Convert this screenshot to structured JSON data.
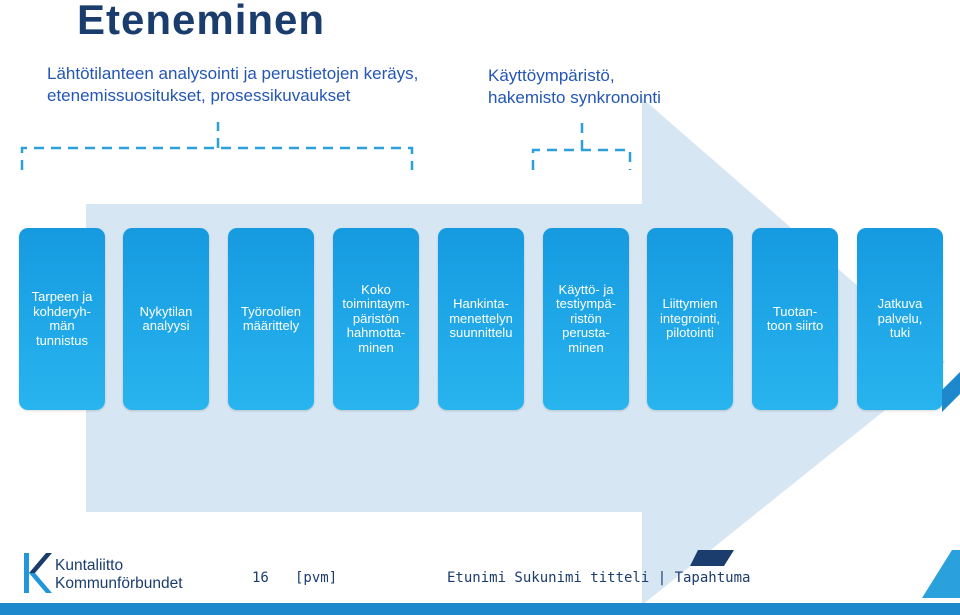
{
  "title": "Eteneminen",
  "captions": {
    "left_line1": "Lähtötilanteen analysointi ja perustietojen keräys,",
    "left_line2": "etenemissuositukset, prosessikuvaukset",
    "right_line1": "Käyttöympäristö,",
    "right_line2": "hakemisto synkronointi"
  },
  "steps": [
    "Tarpeen ja\nkohderyh-\nmän\ntunnistus",
    "Nykytilan\nanalyysi",
    "Työroolien\nmäärittely",
    "Koko\ntoimintaym-\npäristön\nhahmotta-\nminen",
    "Hankinta-\nmenettelyn\nsuunnittelu",
    "Käyttö- ja\ntestiympä-\nristön\nperusta-\nminen",
    "Liittymien\nintegrointi,\npilotointi",
    "Tuotan-\ntoon siirto",
    "Jatkuva\npalvelu,\ntuki"
  ],
  "logo": {
    "line1": "Kuntaliitto",
    "line2": "Kommunförbundet"
  },
  "footer": {
    "page_number": "16",
    "date": "[pvm]",
    "text": "Etunimi Sukunimi titteli | Tapahtuma"
  },
  "colors": {
    "title": "#1b3d6e",
    "caption": "#2456b4",
    "step_box": "#1ea6e8",
    "arrow": "#d7e6f3",
    "dashed_bracket": "#2aa0dd",
    "footer_bar": "#1d88cc"
  }
}
